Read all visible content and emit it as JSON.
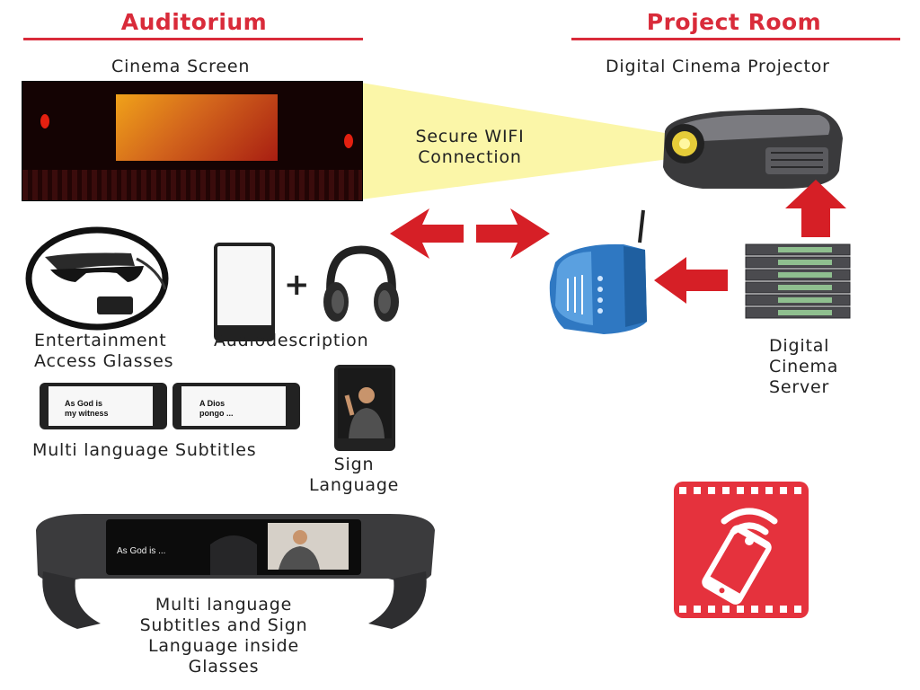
{
  "auditorium": {
    "title": "Auditorium",
    "screen_caption": "Cinema Screen"
  },
  "project_room": {
    "title": "Project Room",
    "projector_caption": "Digital Cinema Projector",
    "server_caption": [
      "Digital",
      "Cinema",
      "Server"
    ]
  },
  "wifi_label": [
    "Secure WIFI",
    "Connection"
  ],
  "devices": {
    "glasses_caption": [
      "Entertainment",
      "Access Glasses"
    ],
    "audio_caption": "Audiodescription",
    "subtitles_caption": "Multi language Subtitles",
    "subtitle_en": [
      "As God is",
      "my witness"
    ],
    "subtitle_es": [
      "A Dios",
      "pongo ..."
    ],
    "sign_caption": [
      "Sign",
      "Language"
    ],
    "glasses_view_text": "As God is ...",
    "inside_caption": [
      "Multi language",
      "Subtitles and Sign",
      "Language inside",
      "Glasses"
    ]
  },
  "colors": {
    "accent": "#d92b3a",
    "arrow": "#d61f26",
    "beam": "#fbf6a8",
    "app_icon": "#e5323d"
  },
  "icons": [
    "wifi-phone-app-icon"
  ]
}
